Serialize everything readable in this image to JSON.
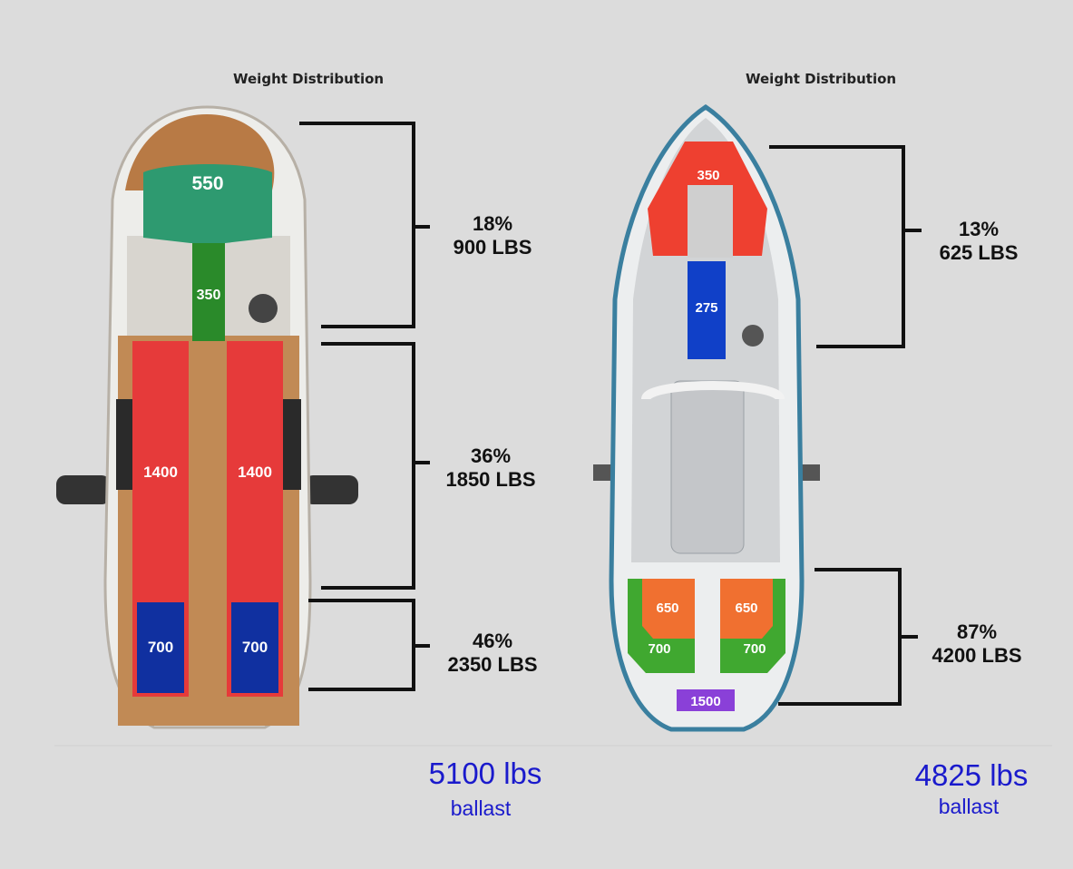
{
  "left_boat": {
    "title": "Weight Distribution",
    "tanks": [
      {
        "label": "550",
        "color": "#2e9a70"
      },
      {
        "label": "350",
        "color": "#2a8a2a"
      },
      {
        "label": "1400",
        "color": "#e63a3a"
      },
      {
        "label": "1400",
        "color": "#e63a3a"
      },
      {
        "label": "700",
        "color": "#1030a0"
      },
      {
        "label": "700",
        "color": "#1030a0"
      }
    ],
    "zones": [
      {
        "pct": "18%",
        "lbs": "900 LBS"
      },
      {
        "pct": "36%",
        "lbs": "1850 LBS"
      },
      {
        "pct": "46%",
        "lbs": "2350 LBS"
      }
    ],
    "total": "5100 lbs",
    "total_suffix": "ballast"
  },
  "right_boat": {
    "title": "Weight Distribution",
    "tanks": [
      {
        "label": "350",
        "color": "#ee4030"
      },
      {
        "label": "275",
        "color": "#1040c8"
      },
      {
        "label": "650",
        "color": "#f07030"
      },
      {
        "label": "650",
        "color": "#f07030"
      },
      {
        "label": "700",
        "color": "#40a830"
      },
      {
        "label": "700",
        "color": "#40a830"
      },
      {
        "label": "1500",
        "color": "#8a40d8"
      }
    ],
    "zones": [
      {
        "pct": "13%",
        "lbs": "625 LBS"
      },
      {
        "pct": "87%",
        "lbs": "4200 LBS"
      }
    ],
    "total": "4825 lbs",
    "total_suffix": "ballast"
  }
}
